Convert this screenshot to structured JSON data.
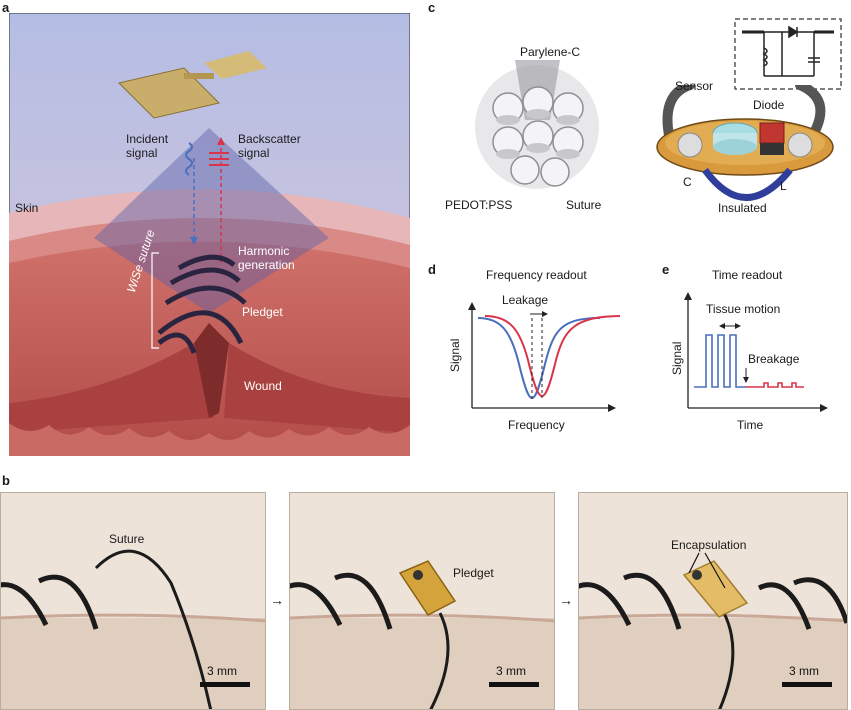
{
  "panels": {
    "a": {
      "letter": "a",
      "labels": {
        "incident": "Incident\nsignal",
        "backscatter": "Backscatter\nsignal",
        "skin": "Skin",
        "harmonic": "Harmonic\ngeneration",
        "wise": "WiSe suture",
        "pledget": "Pledget",
        "wound": "Wound"
      }
    },
    "b": {
      "letter": "b",
      "photo1_label": "Suture",
      "photo2_label": "Pledget",
      "photo3_label": "Encapsulation",
      "scale": "3 mm"
    },
    "c": {
      "letter": "c",
      "parylene": "Parylene-C",
      "pedot": "PEDOT:PSS",
      "suture": "Suture",
      "sensor": "Sensor",
      "diode": "Diode",
      "c_label": "C",
      "l_label": "L",
      "insulated": "Insulated"
    },
    "d": {
      "letter": "d",
      "title": "Frequency readout",
      "annotation": "Leakage",
      "xlabel": "Frequency",
      "ylabel": "Signal"
    },
    "e": {
      "letter": "e",
      "title": "Time readout",
      "annotation1": "Tissue motion",
      "annotation2": "Breakage",
      "xlabel": "Time",
      "ylabel": "Signal"
    }
  },
  "colors": {
    "blue": "#4a6fbe",
    "red": "#d8344a",
    "skin": "#c9605a",
    "sky": "#b9c0e2"
  }
}
